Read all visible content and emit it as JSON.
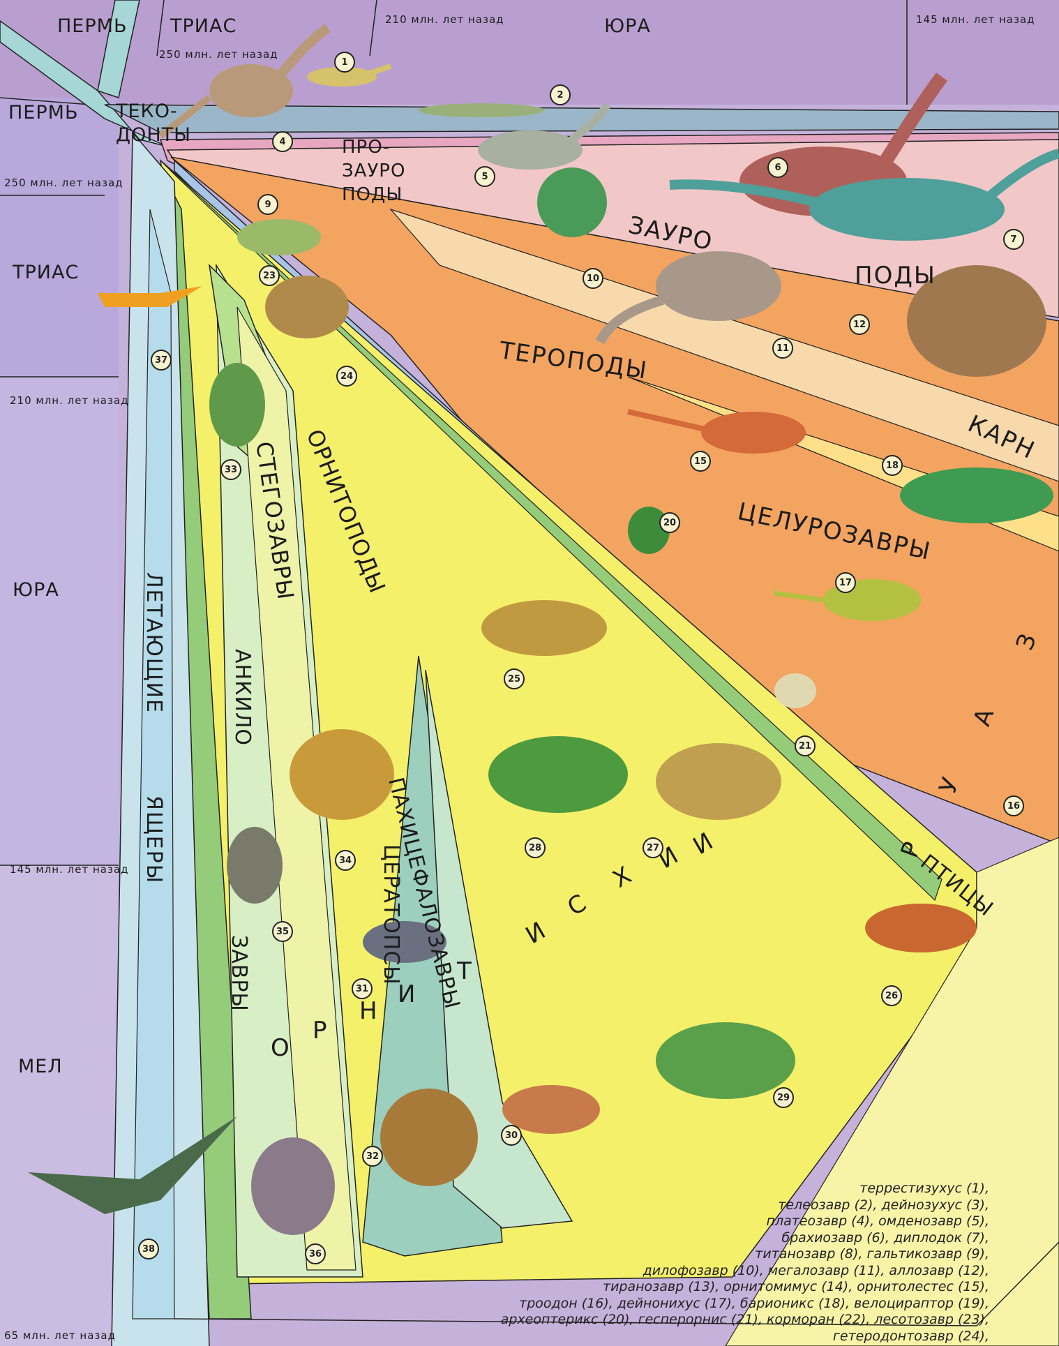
{
  "eras": {
    "perm_top": "ПЕРМЬ",
    "trias_top": "ТРИАС",
    "yura_top": "ЮРА",
    "ago_250_top": "250 млн. лет назад",
    "ago_210_top": "210 млн. лет назад",
    "ago_145_top": "145 млн. лет назад",
    "perm_left": "ПЕРМЬ",
    "ago_250_left": "250 млн. лет назад",
    "trias_left": "ТРИАС",
    "ago_210_left": "210 млн. лет назад",
    "yura_left": "ЮРА",
    "ago_145_left": "145 млн. лет назад",
    "mel_left": "МЕЛ",
    "ago_65_bottom": "65 млн. лет назад"
  },
  "groups": {
    "tekodonty_1": "ТЕКО-",
    "tekodonty_2": "ДОНТЫ",
    "prozavropody_1": "ПРО-",
    "prozavropody_2": "ЗАУРО",
    "prozavropody_3": "ПОДЫ",
    "zavro": "ЗАУРО",
    "pody": "ПОДЫ",
    "teropody": "ТЕРОПОДЫ",
    "karn": "КАРН",
    "tseluro": "ЦЕЛУРОЗАВРЫ",
    "zaur_1": "З",
    "zaur_2": "А",
    "zaur_3": "У",
    "zaur_4": "Р",
    "ptitsy": "ПТИЦЫ",
    "letayushchie": "ЛЕТАЮЩИЕ",
    "yashchery": "ЯЩЕРЫ",
    "stegozavry": "СТЕГОЗАВРЫ",
    "ornitopody": "ОРНИТОПОДЫ",
    "ankilo": "АНКИЛО",
    "zavry": "ЗАВРЫ",
    "pakhitsefalozavry": "ПАХИЦЕФАЛОЗАВРЫ",
    "tseratopsy": "ЦЕРАТОПСЫ",
    "orn_1": "О",
    "orn_2": "Р",
    "orn_3": "Н",
    "orn_4": "И",
    "orn_5": "Т",
    "orn_6": "И",
    "orn_7": "С",
    "orn_8": "Х",
    "orn_9": "И",
    "orn_10": "И"
  },
  "numbers": [
    "1",
    "2",
    "4",
    "5",
    "6",
    "7",
    "9",
    "10",
    "11",
    "12",
    "15",
    "16",
    "17",
    "18",
    "20",
    "21",
    "23",
    "24",
    "25",
    "26",
    "27",
    "28",
    "29",
    "30",
    "31",
    "32",
    "33",
    "34",
    "35",
    "36",
    "37",
    "38"
  ],
  "legend": [
    "террестизухус (1),",
    "телеозавр (2), дейнозухус (3),",
    "платеозавр (4), омденозавр (5),",
    "брахиозавр (6), диплодок (7),",
    "титанозавр (8), гальтикозавр (9),",
    "дилофозавр (10), мегалозавр (11), аллозавр (12),",
    "тиранозавр (13), орнитомимус (14), орнитолестес (15),",
    "троодон (16), дейнонихус (17), барионикс (18), велоцираптор (19),",
    "археоптерикс (20), гесперорнис (21), корморан (22), лесотозавр (23),",
    "гетеродонтозавр (24),"
  ]
}
